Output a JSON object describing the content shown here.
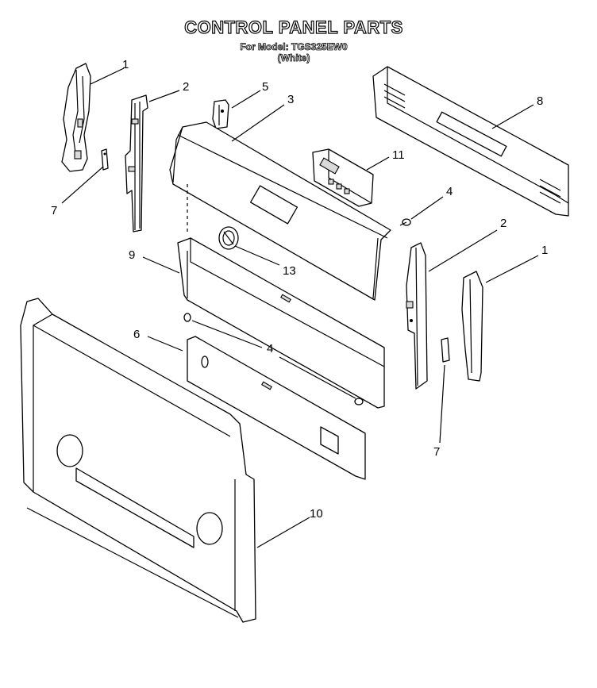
{
  "title": "CONTROL PANEL PARTS",
  "model_line": "For Model: TGS325EW0",
  "color_line": "(White)",
  "callouts": [
    {
      "id": "c1a",
      "text": "1"
    },
    {
      "id": "c2a",
      "text": "2"
    },
    {
      "id": "c5",
      "text": "5"
    },
    {
      "id": "c3",
      "text": "3"
    },
    {
      "id": "c8",
      "text": "8"
    },
    {
      "id": "c7a",
      "text": "7"
    },
    {
      "id": "c11",
      "text": "11"
    },
    {
      "id": "c4a",
      "text": "4"
    },
    {
      "id": "c2b",
      "text": "2"
    },
    {
      "id": "c9",
      "text": "9"
    },
    {
      "id": "c13",
      "text": "13"
    },
    {
      "id": "c1b",
      "text": "1"
    },
    {
      "id": "c6",
      "text": "6"
    },
    {
      "id": "c4b",
      "text": "4"
    },
    {
      "id": "c7b",
      "text": "7"
    },
    {
      "id": "c10",
      "text": "10"
    }
  ]
}
